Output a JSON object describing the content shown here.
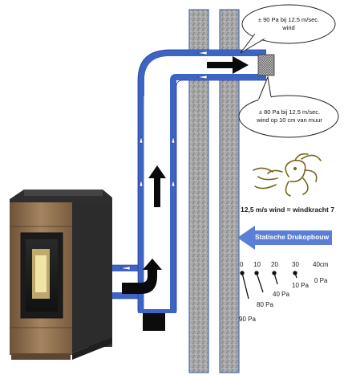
{
  "bubbles": {
    "top_line1": "± 90 Pa bij 12.5 m/sec.",
    "top_line2": "wind",
    "bottom_line1": "± 80 Pa bij 12.5 m/sec.",
    "bottom_line2": "wind op 10 cm van muur"
  },
  "wind": {
    "label": "12,5 m/s wind = windkracht 7",
    "arrow_label": "Statische Drukopbouw"
  },
  "scale": {
    "ticks": [
      "0",
      "10",
      "20",
      "30",
      "40cm"
    ],
    "pressures": [
      "90 Pa",
      "80 Pa",
      "40 Pa",
      "10 Pa",
      "0 Pa"
    ]
  },
  "colors": {
    "pipe_blue": "#3d63c4",
    "arrow_blue": "#5b7fd6",
    "wall_gray": "#9a9a9a",
    "stove_bronze": "#8a6a45",
    "stove_dark": "#3a3a3a"
  }
}
